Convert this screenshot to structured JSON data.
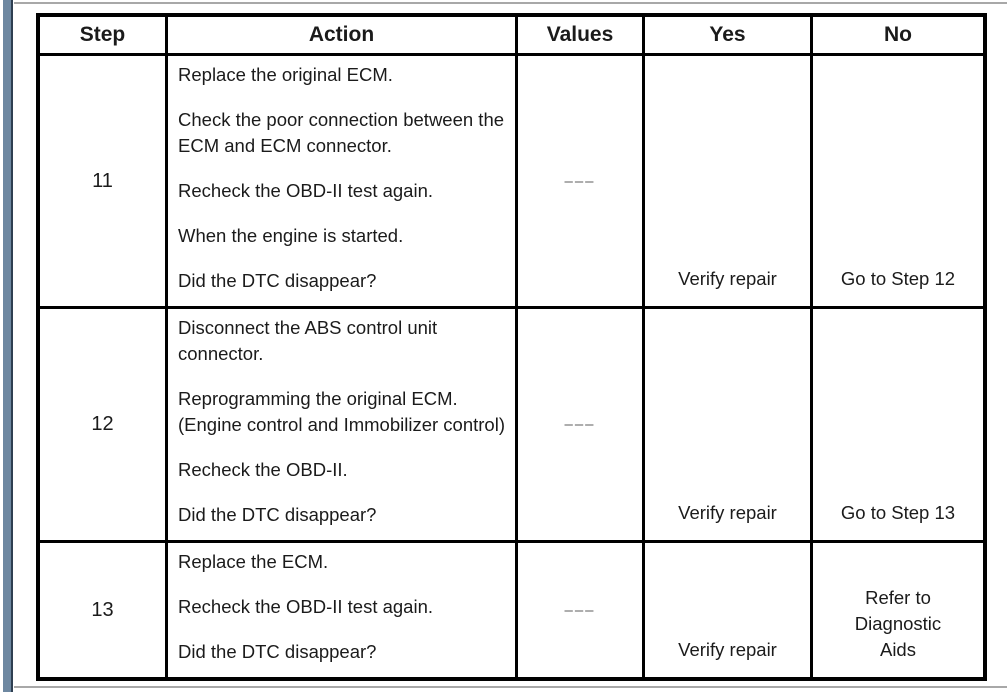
{
  "page": {
    "background": "#ffffff",
    "accent_bar_color": "#6e88a1",
    "accent_bar_edge_color": "#2e3f51",
    "rule_color": "#a8a8a8",
    "table_border_color": "#000000"
  },
  "table": {
    "headers": [
      "Step",
      "Action",
      "Values",
      "Yes",
      "No"
    ],
    "rows": [
      {
        "step": "11",
        "action": [
          "Replace the original ECM.",
          "Check the poor connection between the ECM and ECM connector.",
          "Recheck the OBD-II test again.",
          "When the engine is started.",
          "Did the DTC disappear?"
        ],
        "values": "–––",
        "yes": "Verify repair",
        "no": "Go to Step 12"
      },
      {
        "step": "12",
        "action": [
          "Disconnect the ABS control unit connector.",
          "Reprogramming the original ECM. (Engine control and Immobilizer control)",
          "Recheck the OBD-II.",
          "Did the DTC disappear?"
        ],
        "values": "–––",
        "yes": "Verify repair",
        "no": "Go to Step 13"
      },
      {
        "step": "13",
        "action": [
          "Replace the ECM.",
          "Recheck the OBD-II test again.",
          "Did the DTC disappear?"
        ],
        "values": "–––",
        "yes": "Verify repair",
        "no": "Refer to\nDiagnostic\nAids"
      }
    ]
  }
}
